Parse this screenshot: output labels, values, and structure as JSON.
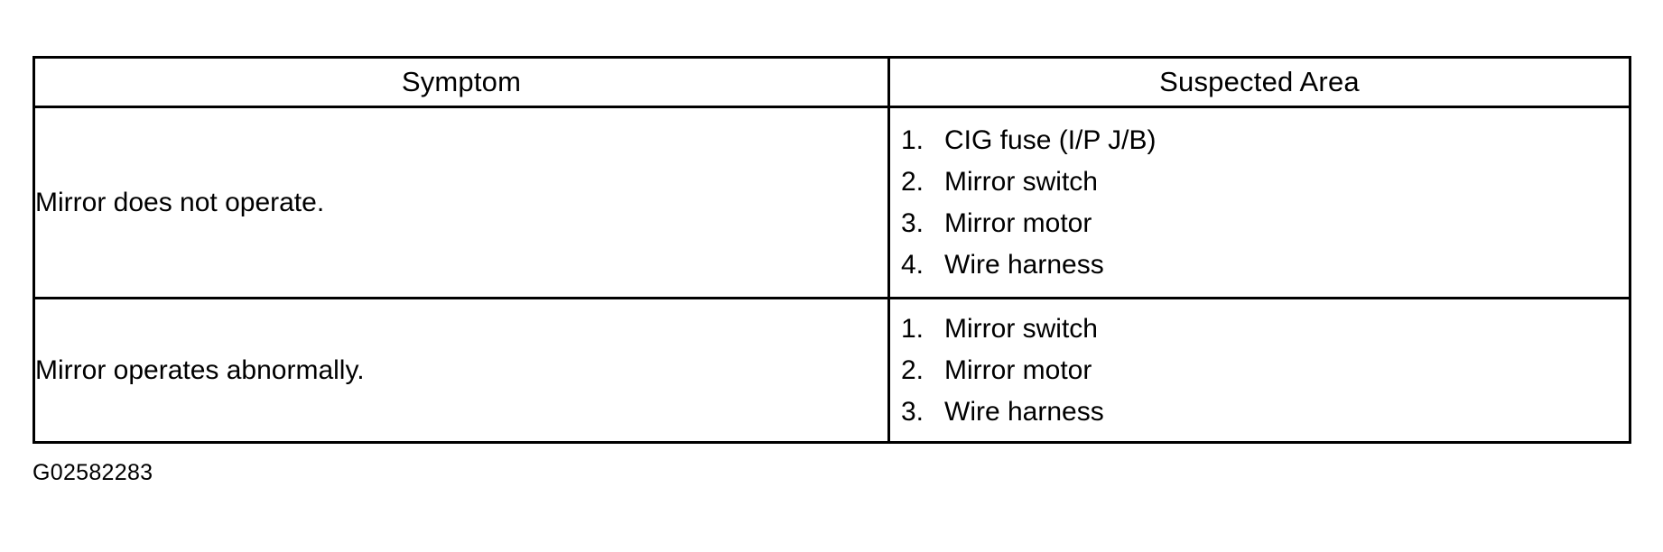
{
  "document": {
    "caption": "G02582283"
  },
  "table": {
    "headers": [
      {
        "label": "Symptom"
      },
      {
        "label": "Suspected Area"
      }
    ],
    "rows": [
      {
        "symptom": "Mirror does not operate.",
        "suspected_area": [
          {
            "num": "1.",
            "label": "CIG fuse (I/P J/B)"
          },
          {
            "num": "2.",
            "label": "Mirror switch"
          },
          {
            "num": "3.",
            "label": "Mirror motor"
          },
          {
            "num": "4.",
            "label": "Wire harness"
          }
        ]
      },
      {
        "symptom": "Mirror operates abnormally.",
        "suspected_area": [
          {
            "num": "1.",
            "label": "Mirror switch"
          },
          {
            "num": "2.",
            "label": "Mirror motor"
          },
          {
            "num": "3.",
            "label": "Wire harness"
          }
        ]
      }
    ]
  },
  "colors": {
    "background": "#ffffff",
    "text": "#000000",
    "border": "#000000"
  }
}
